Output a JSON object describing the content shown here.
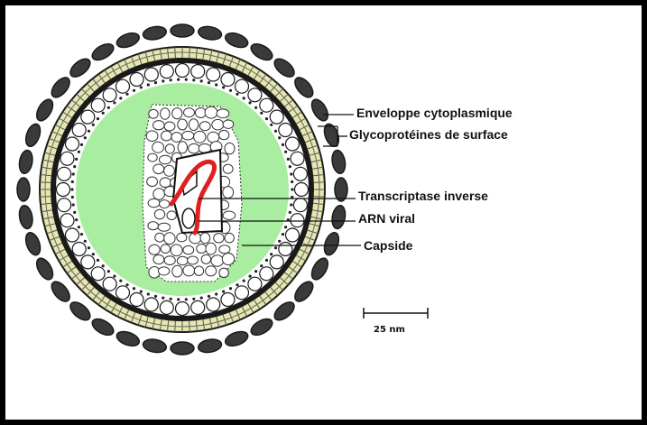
{
  "labels": {
    "envelope": "Enveloppe cytoplasmique",
    "glycoproteins": "Glycoprotéines de surface",
    "reverse_transcriptase": "Transcriptase inverse",
    "viral_rna": "ARN viral",
    "capsid": "Capside"
  },
  "scale_bar": {
    "label": "25 nm"
  },
  "colors": {
    "core_fill": "#a9eda0",
    "membrane": "#e6e6b0",
    "rna_strand": "#e02020",
    "outline": "#1a1a1a"
  }
}
